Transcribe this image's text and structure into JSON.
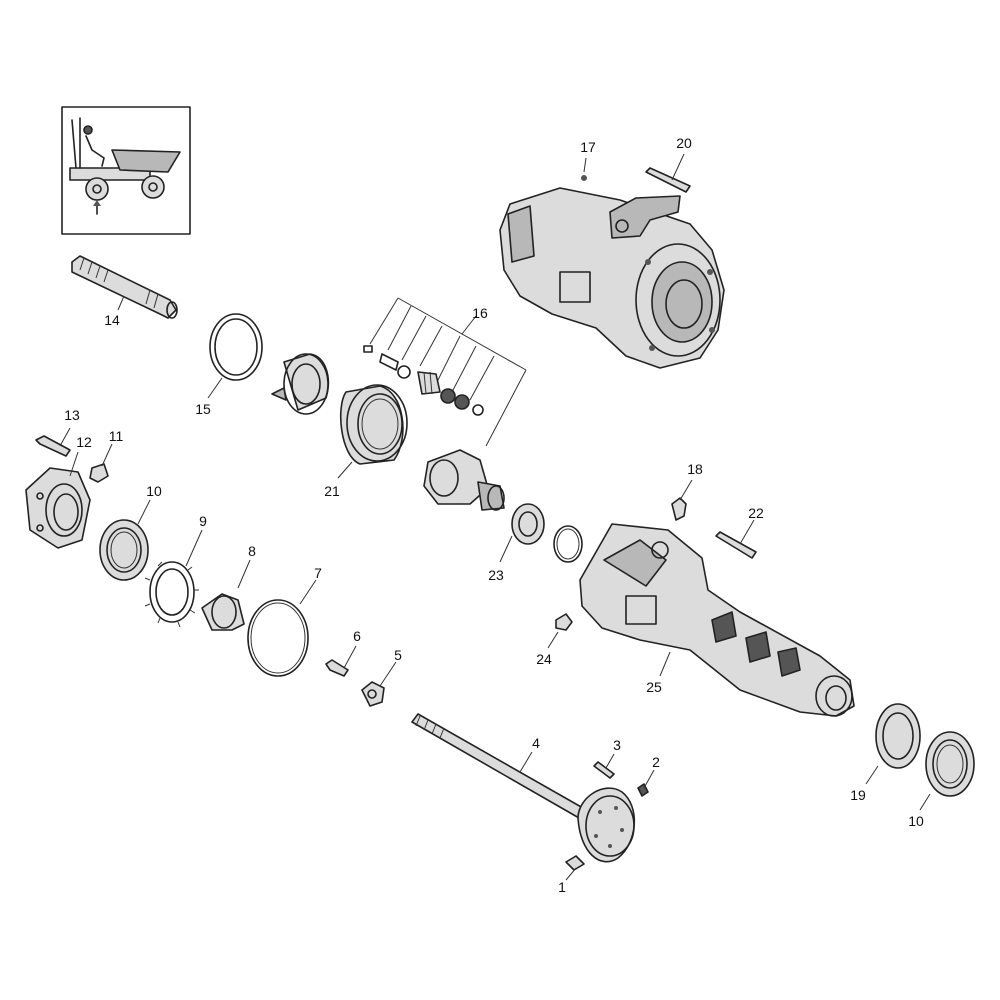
{
  "callouts": {
    "c1": "1",
    "c2": "2",
    "c3": "3",
    "c4": "4",
    "c5": "5",
    "c6": "6",
    "c7": "7",
    "c8": "8",
    "c9": "9",
    "c10a": "10",
    "c10b": "10",
    "c11": "11",
    "c12": "12",
    "c13": "13",
    "c14": "14",
    "c15": "15",
    "c16": "16",
    "c17": "17",
    "c18": "18",
    "c19": "19",
    "c20": "20",
    "c21": "21",
    "c22": "22",
    "c23": "23",
    "c24": "24",
    "c25": "25"
  },
  "icons": {
    "inset": "dumper-vehicle-icon"
  }
}
